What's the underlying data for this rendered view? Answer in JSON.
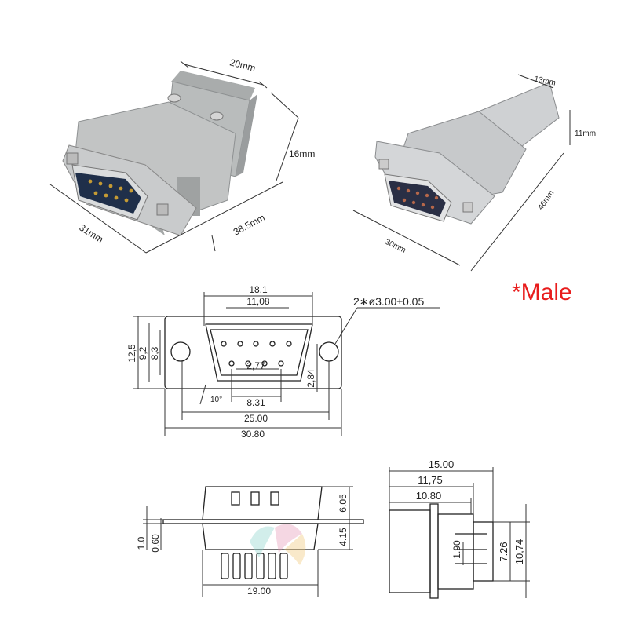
{
  "photo_left": {
    "dims": {
      "top": "20mm",
      "height": "16mm",
      "length": "38.5mm",
      "width": "31mm"
    },
    "colors": {
      "hood": "#b9bcbc",
      "connector_metal": "#c9cbcc",
      "pins": "#1f2f4a"
    }
  },
  "photo_right": {
    "dims": {
      "top": "13mm",
      "height": "11mm",
      "length": "46mm",
      "width": "30mm"
    },
    "colors": {
      "hood": "#c7c9cb",
      "pins": "#2a2f45"
    }
  },
  "male_label": "*Male",
  "front_view": {
    "d_18_1": "18,1",
    "d_11_08": "11,08",
    "d_hole": "2∗ø3.00±0.05",
    "d_12_5": "12,5",
    "d_9_2": "9,2",
    "d_8_3": "8,3",
    "d_2_77": "2,77",
    "d_2_84": "2,84",
    "d_10deg": "10°",
    "d_8_31": "8.31",
    "d_25_00": "25.00",
    "d_30_80": "30.80"
  },
  "bottom_view": {
    "d_6_05": "6.05",
    "d_4_15": "4.15",
    "d_1_0": "1.0",
    "d_0_60": "0.60",
    "d_19_00": "19.00"
  },
  "side_view": {
    "d_15_00": "15.00",
    "d_11_75": "11,75",
    "d_10_80": "10.80",
    "d_1_90": "1.90",
    "d_7_26": "7.26",
    "d_10_74": "10,74"
  },
  "accent_color": "#e81c1c"
}
